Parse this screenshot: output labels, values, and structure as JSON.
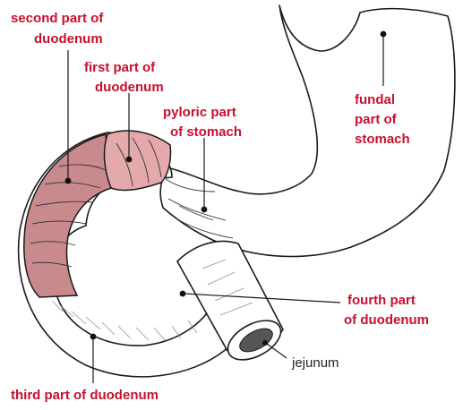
{
  "labels": {
    "second_part": [
      "second part of",
      "duodenum"
    ],
    "first_part": [
      "first part of",
      "duodenum"
    ],
    "pyloric": [
      "pyloric part",
      "of stomach"
    ],
    "fundal": [
      "fundal",
      "part of",
      "stomach"
    ],
    "fourth_part": [
      "fourth part",
      "of duodenum"
    ],
    "jejunum": "jejunum",
    "third_part": "third part of duodenum"
  },
  "colors": {
    "label_red": "#c8102e",
    "duodenum_fill": "#c98a8e",
    "first_part_fill": "#e4a9ab",
    "outline": "#1a1a1a"
  }
}
